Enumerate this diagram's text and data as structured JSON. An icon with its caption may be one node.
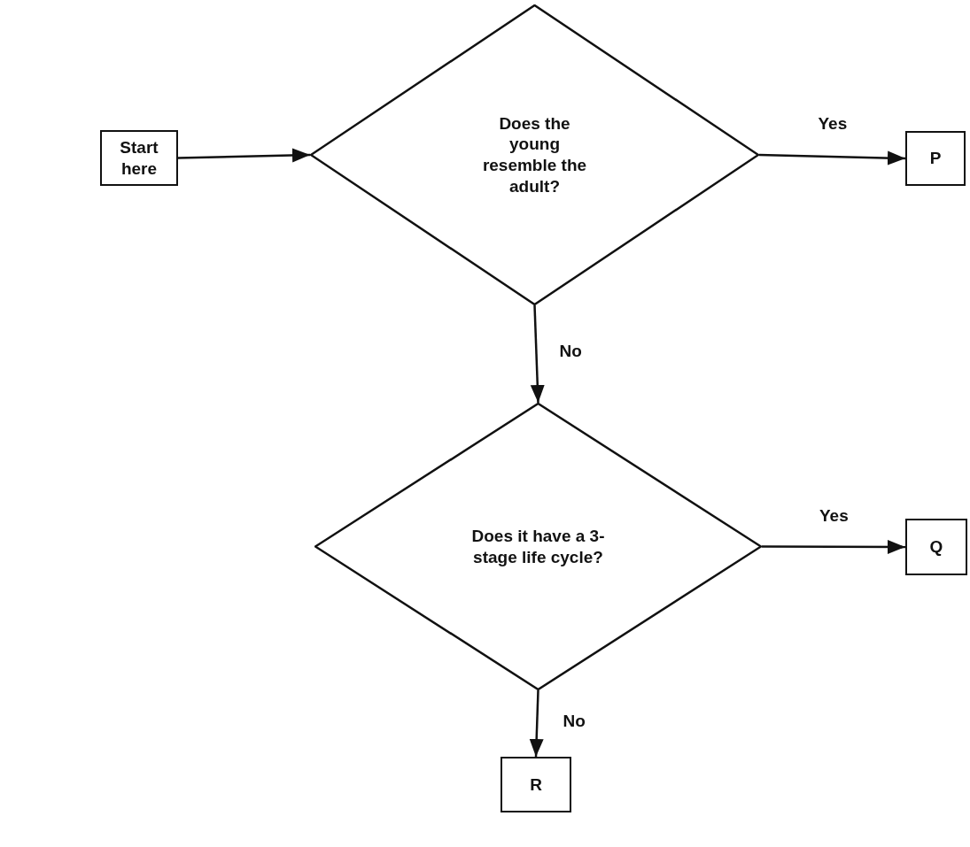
{
  "diagram": {
    "nodes": [
      {
        "text": [
          "Start here"
        ]
      },
      {
        "text": [
          "Does the young resemble the adult?"
        ]
      },
      {
        "text": [
          "P"
        ]
      },
      {
        "text": [
          "Does it have a 3-stage life cycle?"
        ]
      },
      {
        "text": [
          "Q"
        ]
      },
      {
        "text": [
          "R"
        ]
      }
    ],
    "edges": [
      {
        "from": 0,
        "to": 1,
        "arrow": "to"
      },
      {
        "from": 1,
        "to": 2,
        "arrow": "to",
        "label": "Yes"
      },
      {
        "from": 1,
        "to": 3,
        "arrow": "to",
        "label": "No"
      },
      {
        "from": 3,
        "to": 4,
        "arrow": "to",
        "label": "Yes"
      },
      {
        "from": 3,
        "to": 5,
        "arrow": "to",
        "label": "No"
      }
    ]
  }
}
